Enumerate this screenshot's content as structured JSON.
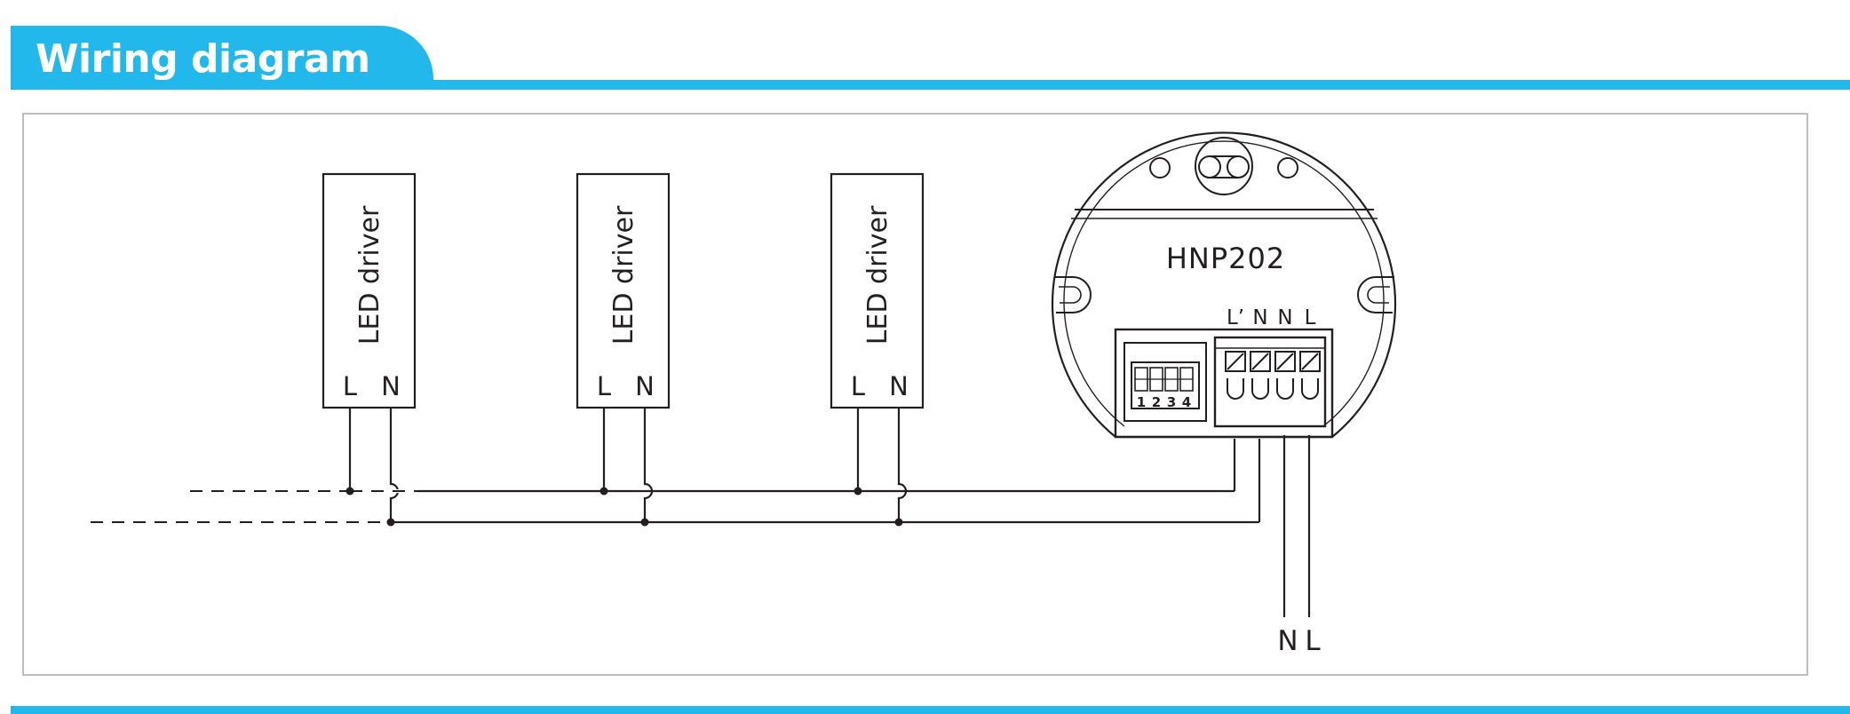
{
  "header": {
    "title": "Wiring diagram",
    "accent_color": "#22b8ec"
  },
  "drivers": [
    {
      "label": "LED driver",
      "terminal_l": "L",
      "terminal_n": "N"
    },
    {
      "label": "LED driver",
      "terminal_l": "L",
      "terminal_n": "N"
    },
    {
      "label": "LED driver",
      "terminal_l": "L",
      "terminal_n": "N"
    }
  ],
  "sensor": {
    "model": "HNP202",
    "terminals": [
      "L’",
      "N",
      "N",
      "L"
    ],
    "dip_switch_numbers": [
      "1",
      "2",
      "3",
      "4"
    ]
  },
  "supply": {
    "label_n": "N",
    "label_l": "L"
  }
}
